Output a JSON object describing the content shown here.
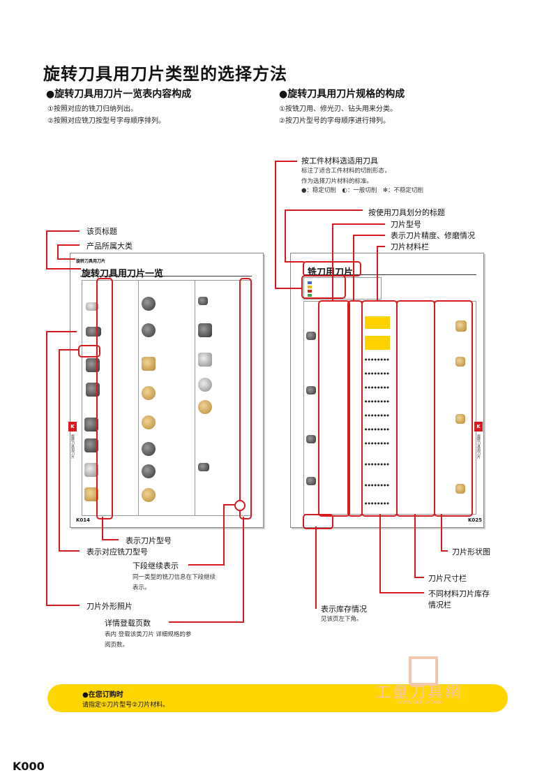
{
  "page_title": "旋转刀具用刀片类型的选择方法",
  "left_section": {
    "heading": "●旋转刀具用刀片一览表内容构成",
    "lines": [
      "①按照对应的铣刀归纳列出。",
      "②按照对应铣刀按型号字母顺序排列。"
    ]
  },
  "right_section": {
    "heading": "●旋转刀具用刀片规格的构成",
    "lines": [
      "①按铣刀用、修光刃、钻头用来分类。",
      "②按刀片型号的字母顺序进行排列。"
    ]
  },
  "left_page": {
    "category": "旋转刀具用刀片",
    "title": "旋转刀具用刀片一览",
    "page_no": "K014",
    "side_tag": "K",
    "side_text": "旋转刀具用刀片"
  },
  "right_page": {
    "title": "铣刀用刀片",
    "page_no": "K025",
    "side_tag": "K",
    "side_text": "旋转刀具用刀片"
  },
  "callouts_left": {
    "page_title_label": "该页标题",
    "category_label": "产品所属大类",
    "insert_model_label": "表示刀片型号",
    "cutter_model_label": "表示对应铣刀型号",
    "continue_label": "下段继续表示",
    "continue_sub": [
      "同一类型的铣刀信息在下段继续",
      "表示。"
    ],
    "photo_label": "刀片外形照片",
    "detail_page_label": "详情登载页数",
    "detail_page_sub": [
      "表内 登载该类刀片 详细规格的参",
      "阅页数。"
    ]
  },
  "callouts_right": {
    "material_label": "按工件材料选适用刀具",
    "material_sub": [
      "标注了适合工件材料的切削形态，",
      "作为选择刀片材料的标准。"
    ],
    "legend": "●：稳定切削　◐：一般切削　✻：不稳定切削",
    "tool_title_label": "按使用刀具划分的标题",
    "insert_model_label": "刀片型号",
    "precision_label": "表示刀片精度、修磨情况",
    "material_col_label": "刀片材料栏",
    "shape_label": "刀片形状图",
    "size_label": "刀片尺寸栏",
    "stock_label": [
      "不同材料刀片库存",
      "情况栏"
    ],
    "stock_display_label": "表示库存情况",
    "stock_display_sub": "见该页左下角。"
  },
  "footer": {
    "heading": "●在您订购时",
    "text": "请指定①刀片型号②刀片材料。"
  },
  "watermark": {
    "title": "工量刀具網",
    "url": "WWW.GLRJW.COM"
  },
  "bottom_page_no": "K000"
}
